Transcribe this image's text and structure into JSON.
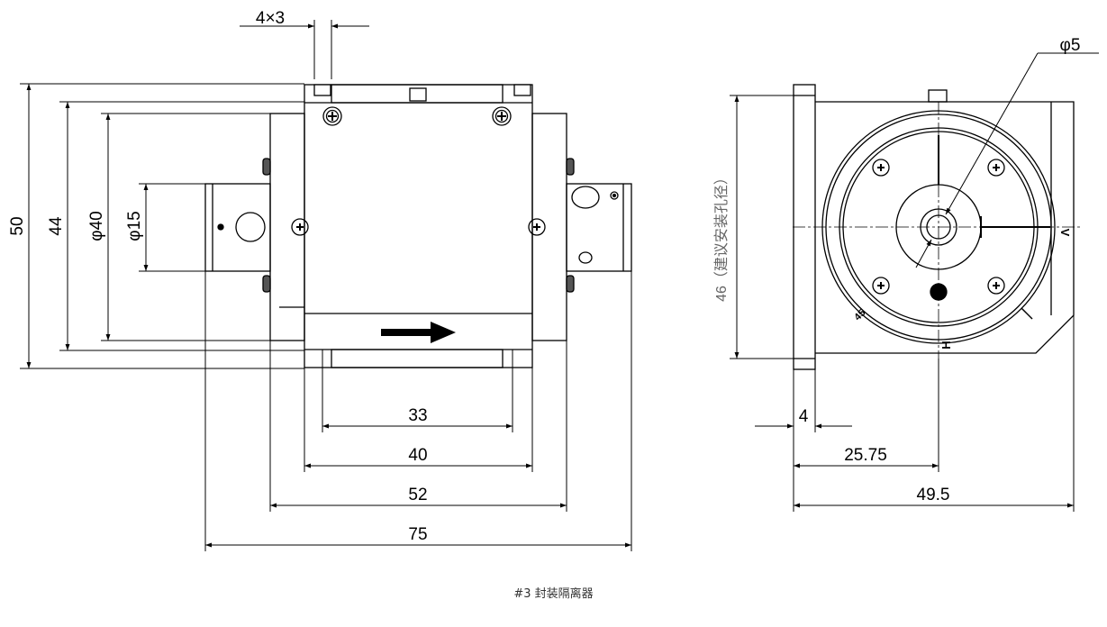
{
  "drawing": {
    "side_view": {
      "dim_4x3": "4×3",
      "dim_50": "50",
      "dim_44": "44",
      "dim_d40": "φ40",
      "dim_d15": "φ15",
      "dim_33": "33",
      "dim_40": "40",
      "dim_52": "52",
      "dim_75": "75"
    },
    "front_view": {
      "dim_d5": "φ5",
      "dim_46_note": "46（建议安装孔径）",
      "dim_4": "4",
      "dim_25_75": "25.75",
      "dim_49_5": "49.5",
      "mark_v": "V",
      "mark_h": "H",
      "mark_45": "45"
    }
  },
  "caption": "#3 封装隔离器"
}
